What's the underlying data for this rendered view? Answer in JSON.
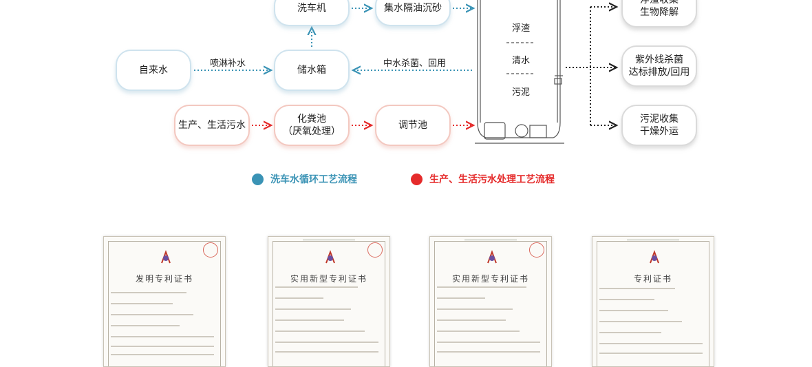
{
  "flow": {
    "nodes": {
      "car_wash": "洗车机",
      "grease_trap": "集水隔油沉砂",
      "tap_water": "自来水",
      "storage_tank": "储水箱",
      "sewage": "生产、生活污水",
      "septic_tank": "化粪池\n（厌氧处理）",
      "regulating_tank": "调节池",
      "scum_collect": "浮渣收集\n生物降解",
      "uv_disinfect": "紫外线杀菌\n达标排放/回用",
      "sludge_collect": "污泥收集\n干燥外运"
    },
    "edges": {
      "spray_refill": "喷淋补水",
      "reclaimed_reuse": "中水杀菌、回用"
    },
    "tank_layers": [
      "浮渣",
      "清水",
      "污泥"
    ],
    "colors": {
      "blue": "#3a93b5",
      "red": "#e52b2b",
      "gray": "#222222"
    }
  },
  "legend": [
    {
      "label": "洗车水循环工艺流程",
      "color": "#3a93b5"
    },
    {
      "label": "生产、生活污水处理工艺流程",
      "color": "#e52b2b"
    }
  ],
  "certificates": [
    {
      "title": "发明专利证书"
    },
    {
      "title": "实用新型专利证书"
    },
    {
      "title": "实用新型专利证书"
    },
    {
      "title": "专利证书"
    }
  ]
}
